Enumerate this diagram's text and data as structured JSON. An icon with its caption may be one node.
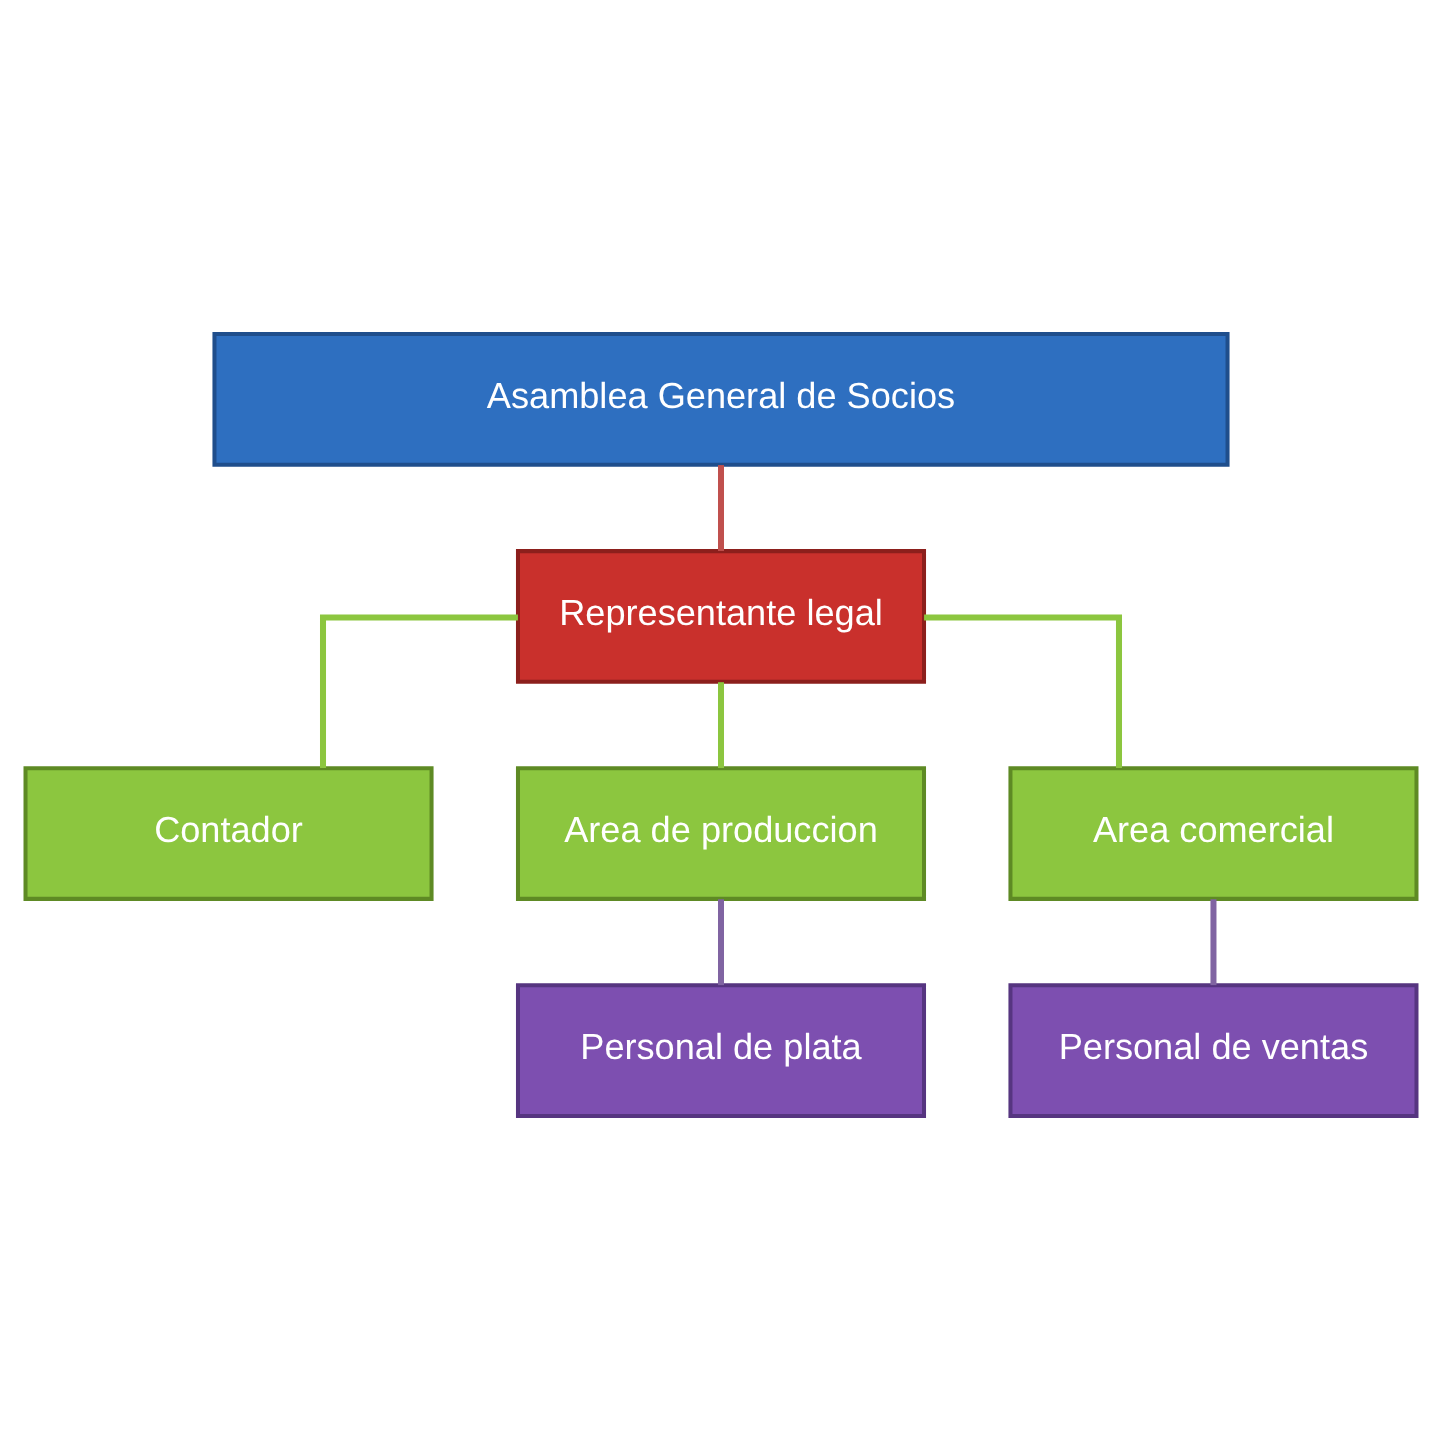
{
  "diagram": {
    "nodes": [
      {
        "text": [
          "Asamblea General de Socios"
        ]
      },
      {
        "text": [
          "Representante legal"
        ]
      },
      {
        "text": [
          "Contador"
        ]
      },
      {
        "text": [
          "Area de produccion"
        ]
      },
      {
        "text": [
          "Area comercial"
        ]
      },
      {
        "text": [
          "Personal de plata"
        ]
      },
      {
        "text": [
          "Personal de ventas"
        ]
      }
    ],
    "edges": [
      {
        "from": 0,
        "to": 1,
        "arrow": "none",
        "color": "#c0504d"
      },
      {
        "from": 1,
        "to": 2,
        "arrow": "none"
      },
      {
        "from": 1,
        "to": 3,
        "arrow": "none"
      },
      {
        "from": 1,
        "to": 4,
        "arrow": "none"
      },
      {
        "from": 3,
        "to": 5,
        "arrow": "none",
        "color": "#8064a2"
      },
      {
        "from": 4,
        "to": 6,
        "arrow": "none",
        "color": "#8064a2"
      }
    ]
  }
}
